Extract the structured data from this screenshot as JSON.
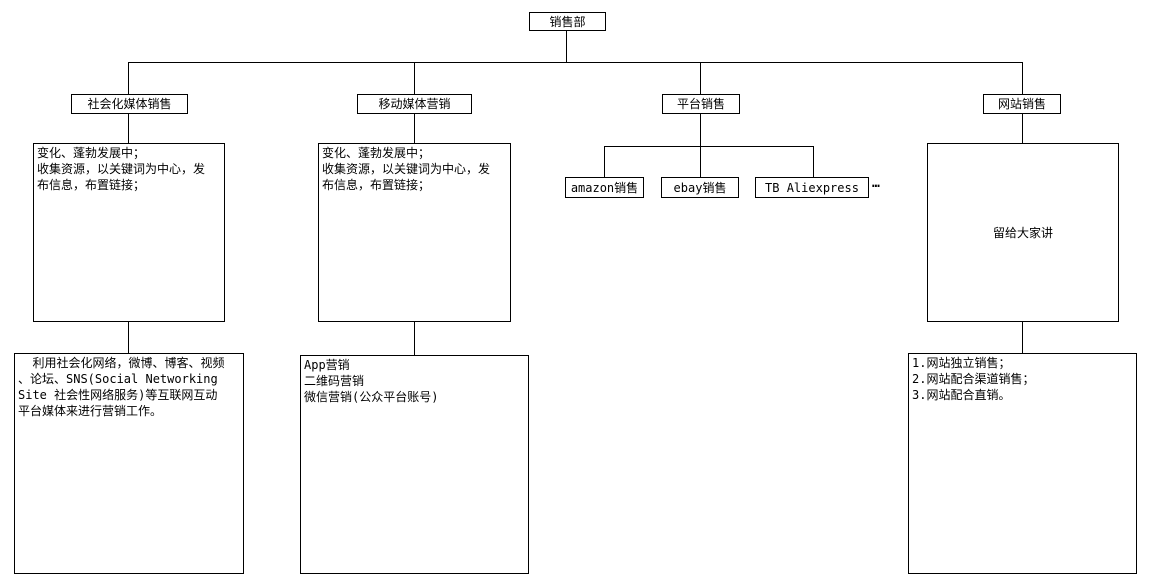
{
  "root": {
    "label": "销售部"
  },
  "branches": [
    {
      "label": "社会化媒体销售",
      "description": "变化、蓬勃发展中；\n收集资源，以关键词为中心，发\n布信息，布置链接；",
      "detail": "  利用社会化网络，微博、博客、视频\n、论坛、SNS(Social Networking\nSite 社会性网络服务)等互联网互动\n平台媒体来进行营销工作。"
    },
    {
      "label": "移动媒体营销",
      "description": "变化、蓬勃发展中；\n收集资源，以关键词为中心，发\n布信息，布置链接；",
      "detail": "App营销\n二维码营销\n微信营销(公众平台账号)"
    },
    {
      "label": "平台销售",
      "children": [
        {
          "label": "amazon销售"
        },
        {
          "label": "ebay销售"
        },
        {
          "label": "TB Aliexpress"
        }
      ],
      "more": "…"
    },
    {
      "label": "网站销售",
      "description": "留给大家讲",
      "detail": "1.网站独立销售；\n2.网站配合渠道销售；\n3.网站配合直销。"
    }
  ],
  "colors": {
    "line": "#000000",
    "background": "#ffffff",
    "box_fill": "#ffffff"
  }
}
